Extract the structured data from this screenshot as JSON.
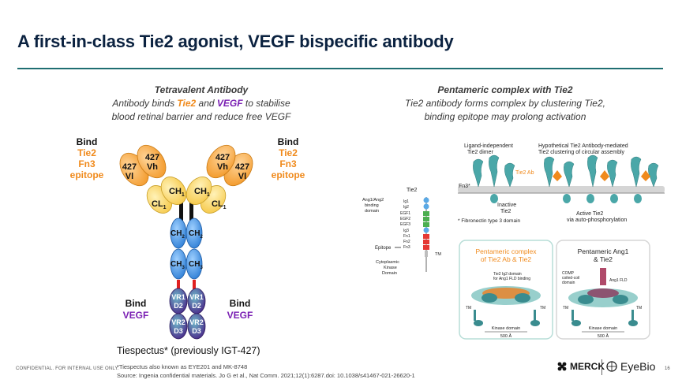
{
  "slide": {
    "title": "A first-in-class Tie2 agonist, VEGF bispecific antibody",
    "page_number": "16",
    "confidential": "CONFIDENTIAL. FOR INTERNAL USE ONLY.",
    "colors": {
      "title": "#0b2240",
      "rule": "#1f6e72",
      "tie2_accent": "#f08a1c",
      "vegf_accent": "#7a1fb3"
    }
  },
  "left": {
    "heading": "Tetravalent Antibody",
    "line1_a": "Antibody binds ",
    "line1_tie2": "Tie2",
    "line1_b": " and ",
    "line1_vegf": "VEGF",
    "line1_c": " to stabilise",
    "line2": "blood retinal barrier and reduce free VEGF",
    "bind_word": "Bind",
    "tie2_word": "Tie2",
    "fn3_word": "Fn3",
    "epitope_word": "epitope",
    "vegf_word": "VEGF",
    "domains": {
      "vh_num": "427",
      "vh": "Vh",
      "vl_num": "427",
      "vl": "Vl",
      "ch1": "CH",
      "ch1_sub": "1",
      "cl": "CL",
      "cl_sub": "1",
      "ch2": "CH",
      "ch2_sub": "2",
      "ch3": "CH",
      "ch3_sub": "3",
      "vr1": "VR1",
      "d2": "D2",
      "vr2": "VR2",
      "d3": "D3"
    },
    "caption": "Tiespectus* (previously IGT-427)"
  },
  "right": {
    "heading": "Pentameric complex with Tie2",
    "line1": "Tie2 antibody forms complex by clustering Tie2,",
    "line2": "binding epitope may prolong activation",
    "schematic": {
      "tie2_label": "Tie2",
      "ang_label1": "Ang1/Ang2",
      "ang_label2": "binding",
      "ang_label3": "domain",
      "domains": [
        "Ig1",
        "Ig2",
        "EGF1",
        "EGF2",
        "EGF3",
        "Ig3",
        "Fn1",
        "Fn2",
        "Fn3"
      ],
      "epitope_label": "Epitope",
      "tm_label": "TM",
      "cyto1": "Cytoplasmic",
      "cyto2": "Kinase",
      "cyto3": "Domain"
    },
    "top": {
      "lig_ind1": "Ligand-independent",
      "lig_ind2": "Tie2 dimer",
      "hypo1": "Hypothetical Tie2 Antibody-mediated",
      "hypo2": "Tie2 clustering of circular assembly",
      "tie2ab": "Tie2 Ab",
      "fn3": "Fn3*",
      "inactive1": "Inactive",
      "inactive2": "Tie2",
      "fn_note": "* Fibronectin type 3 domain",
      "active1": "Active Tie2",
      "active2": "via auto-phosphorylation"
    },
    "box1": {
      "title1": "Pentameric complex",
      "title2": "of Tie2 Ab & Tie2",
      "note1": "Tie2 Ig2 domain",
      "note2": "for Ang1 FLD binding",
      "tm": "TM",
      "kinase": "Kinase domain",
      "scale": "500 Å"
    },
    "box2": {
      "title1": "Pentameric Ang1",
      "title2": "& Tie2",
      "comp1": "COMP",
      "comp2": "coiled-coil",
      "comp3": "domain",
      "fld": "Ang1 FLD",
      "tm": "TM",
      "kinase": "Kinase domain",
      "scale": "500 Å"
    }
  },
  "footer": {
    "footnote": "*Tiespectus also known as EYE201 and MK-8748",
    "source": "Source: Ingenia confidential materials. Jo G et al., Nat Comm. 2021;12(1):6287.doi: 10.1038/s41467-021-26620-1",
    "merck": "MERCK",
    "eyebio": "EyeBio"
  }
}
